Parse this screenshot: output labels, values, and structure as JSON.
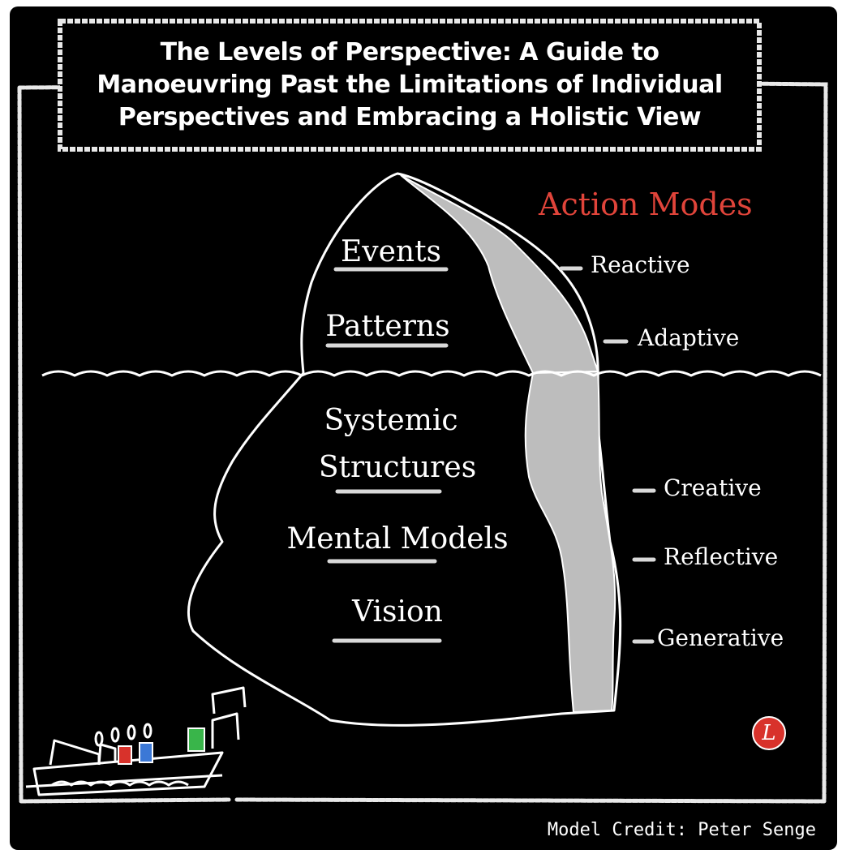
{
  "title": {
    "lines": [
      "The Levels of Perspective: A Guide to",
      "Manoeuvring Past the Limitations of Individual",
      "Perspectives and Embracing a Holistic View"
    ]
  },
  "levels": {
    "events": "Events",
    "patterns": "Patterns",
    "systemic": "Systemic",
    "structures": "Structures",
    "mental_models": "Mental Models",
    "vision": "Vision"
  },
  "action_modes": {
    "title": "Action Modes",
    "reactive": "Reactive",
    "adaptive": "Adaptive",
    "creative": "Creative",
    "reflective": "Reflective",
    "generative": "Generative"
  },
  "credit": "Model Credit: Peter Senge",
  "badge": {
    "letter": "L"
  },
  "colors": {
    "background": "#000000",
    "chalk": "#ffffff",
    "accent": "#e0443a",
    "ice_shade": "#bdbdbd",
    "badge": "#d8322b",
    "flag_red": "#d8322b",
    "flag_blue": "#3b78d6",
    "funnel_green": "#39b54a"
  },
  "icons": [
    "iceberg",
    "water-line",
    "ship",
    "logo-badge"
  ]
}
